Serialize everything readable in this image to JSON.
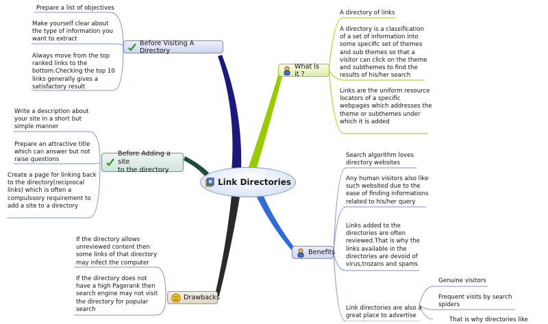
{
  "central": {
    "label": "Link Directories",
    "icon": "book-icon"
  },
  "before_visiting": {
    "label": "Before Visiting A Directory",
    "icon": "checkmark-icon",
    "items": [
      "Prepare a list of objectives",
      "Make yourself clear about\nthe type of information you\nwant to extract",
      "Always move from the top\nranked links to the\nbottom.Checking the top 10\nlinks generally gives a\nsatisfactory result"
    ]
  },
  "before_adding": {
    "label": "Before Adding a site\nto the directory",
    "icon": "checkmark-icon",
    "items": [
      "Write a description about\nyour site in a short but\nsimple manner",
      "Prepare an attractive title\nwhich can answer but not\nraise  questions",
      "Create a page for linking back\nto the directory(reciprocal\nlinks) which is often a\ncompulssory requirement to\nadd a site to a directory"
    ]
  },
  "drawbacks": {
    "label": "Drawbacks",
    "icon": "sad-face-icon",
    "items": [
      "If the directory allows\nunreviewed content then\nsome links of that directory\nmay infect the computer",
      "If the directory does not\nhave a high Pagerank then\nsearch engine may not visit\nthe directory for popular\nsearch"
    ]
  },
  "what_is_it": {
    "label": "What is it ?",
    "icon": "person-icon",
    "items": [
      "A directory of links",
      "A directory is a classification\nof a set of information into\nsome specific set of themes\nand sub themes so that a\nvisitor can click on the theme\nand subthemes to find the\nresults of his/her search",
      "Links are the uniform resource\nlocators of a specific\nwebpages which addresses the\ntheme or subthemes under\nwhich it is added"
    ]
  },
  "benefits": {
    "label": "Benefits",
    "icon": "person-icon",
    "items": [
      "Search algorithm loves\ndirectory websites",
      "Any human visitors also like\nsuch websited due to the\nease of finding informations\nrelated to his/her query",
      "Links added to the\ndirectories are often\nreviewed.That is why the\nlinks available in the\ndirectories are devoid of\nvirus,trozans and spams",
      "Link directories are also a\ngreat place to advertise"
    ],
    "sub_items": [
      "Genuine visitors",
      "Frequent visits by search\nspiders",
      "That is why directories like"
    ]
  },
  "colors": {
    "branch_blue": "#1a1a7a",
    "branch_green": "#99cc00",
    "branch_teal": "#1f4a44",
    "branch_dark": "#2a2a2a",
    "branch_benefits": "#2f6cd6",
    "leaf_line": "#7f8fd0"
  }
}
